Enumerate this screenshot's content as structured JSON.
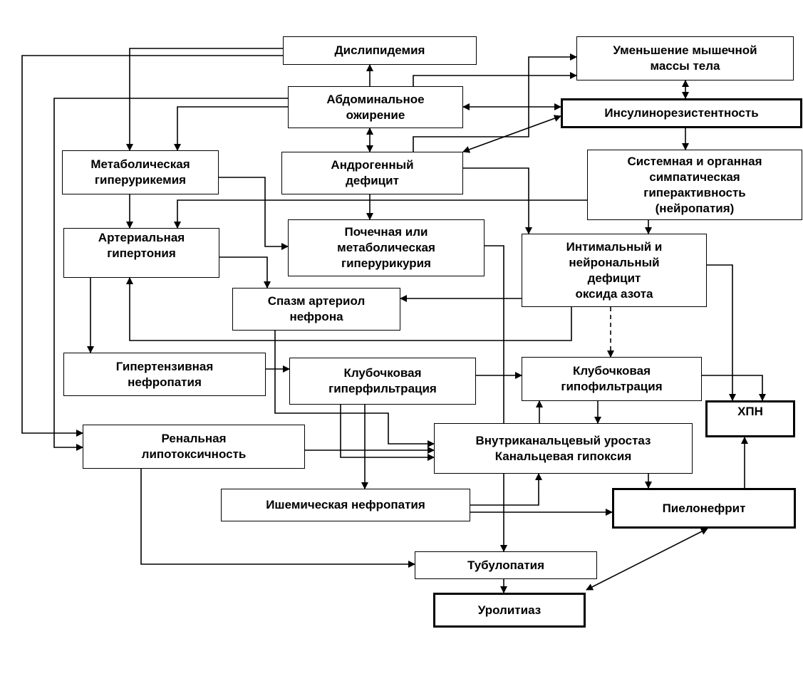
{
  "nodes": {
    "dyslipidemia": "Дислипидемия",
    "muscle_mass": "Уменьшение мышечной\nмассы тела",
    "abdominal_obesity": "Абдоминальное\nожирение",
    "insulin_resistance": "Инсулинорезистентность",
    "metabolic_hyperuricemia": "Метаболическая\nгиперурикемия",
    "androgen_deficit": "Андрогенный\nдефицит",
    "sympathetic_hyperactivity": "Системная  и органная\nсимпатическая\nгиперактивность\n(нейропатия)",
    "arterial_hypertension": "Артериальная\nгипертония",
    "renal_hyperuricuria": "Почечная или\nметаболическая\nгиперурикурия",
    "no_deficit": "Интимальный и\nнейрональный\nдефицит\nоксида азота",
    "arteriole_spasm": "Спазм артериол\nнефрона",
    "hypertensive_nephropathy": "Гипертензивная\nнефропатия",
    "glomerular_hyperfiltration": "Клубочковая\nгиперфильтрация",
    "glomerular_hypofiltration": "Клубочковая\nгипофильтрация",
    "ckd": "ХПН",
    "renal_lipotoxicity": "Ренальная\nлипотоксичность",
    "urostasis_hypoxia": "Внутриканальцевый уростаз\nКанальцевая гипоксия",
    "ischemic_nephropathy": "Ишемическая нефропатия",
    "pyelonephritis": "Пиелонефрит",
    "tubulopathy": "Тубулопатия",
    "urolithiasis": "Уролитиаз"
  },
  "colors": {
    "line": "#000000",
    "background": "#ffffff"
  }
}
